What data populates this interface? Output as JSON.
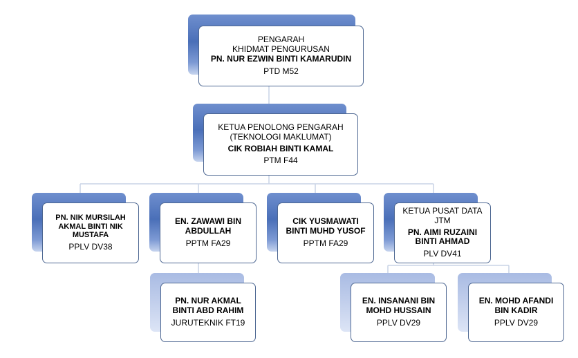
{
  "director": {
    "line1": "PENGARAH",
    "line2": "KHIDMAT PENGURUSAN",
    "name": "PN. NUR  EZWIN BINTI KAMARUDIN",
    "grade": "PTD M52"
  },
  "deputy": {
    "line1": "KETUA PENOLONG PENGARAH",
    "line2": "(TEKNOLOGI MAKLUMAT)",
    "name": "CIK ROBIAH BINTI KAMAL",
    "grade": "PTM F44"
  },
  "staff": [
    {
      "name": "PN. NIK MURSILAH AKMAL  BINTI NIK MUSTAFA",
      "grade": "PPLV DV38"
    },
    {
      "name": "EN. ZAWAWI BIN ABDULLAH",
      "grade": "PPTM FA29"
    },
    {
      "name": "CIK YUSMAWATI BINTI MUHD YUSOF",
      "grade": "PPTM FA29"
    },
    {
      "title": "KETUA PUSAT DATA JTM",
      "name": "PN. AIMI RUZAINI  BINTI AHMAD",
      "grade": "PLV DV41"
    }
  ],
  "subordinates": [
    {
      "name": "PN. NUR AKMAL BINTI ABD RAHIM",
      "grade": "JURUTEKNIK  FT19"
    },
    {
      "name": "EN. INSANANI BIN MOHD HUSSAIN",
      "grade": "PPLV DV29"
    },
    {
      "name": "EN. MOHD AFANDI BIN KADIR",
      "grade": "PPLV DV29"
    }
  ]
}
